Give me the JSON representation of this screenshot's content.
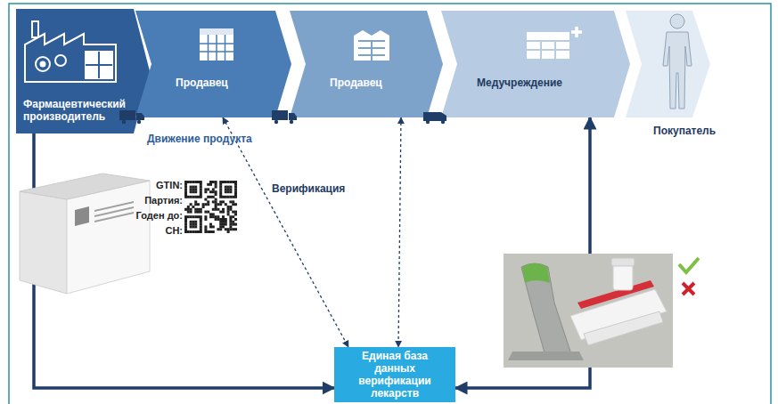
{
  "diagram": {
    "nodes": [
      {
        "text": [
          "Фармацевтический производитель"
        ]
      },
      {
        "text": [
          "Продавец"
        ]
      },
      {
        "text": [
          "Продавец"
        ]
      },
      {
        "text": [
          "Медучреждение"
        ]
      },
      {
        "text": [
          "Единая база данных верификации лекарств"
        ]
      }
    ],
    "edges": [
      {
        "from": 0,
        "to": 4,
        "arrow": "to"
      },
      {
        "from": 1,
        "to": 4,
        "arrow": "both"
      },
      {
        "from": 2,
        "to": 4,
        "arrow": "both"
      },
      {
        "from": 3,
        "to": 4,
        "arrow": "both"
      }
    ],
    "labels": [
      "Движение продукта",
      "Верификация",
      "Покупатель",
      "GTIN:",
      "Партия:",
      "Годен до:",
      "СН:"
    ]
  }
}
